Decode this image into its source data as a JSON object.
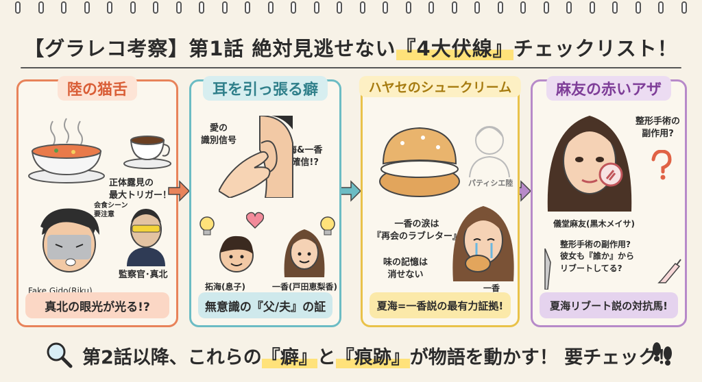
{
  "header": {
    "title_main": "【グラレコ考察】第1話 絶対見逃せない",
    "title_highlight": "『4大伏線』",
    "title_tail": "チェックリスト！"
  },
  "panels": [
    {
      "title": "陸の猫舌",
      "notes": {
        "trigger": "正体露見の\n最大トリガー！",
        "dinner": "会食シーン\n要注意",
        "riku": "Fake Gido(Riku)",
        "inspector": "監察官･真北"
      },
      "footer": "真北の眼光が光る!?"
    },
    {
      "title": "耳を引っ張る癖",
      "notes": {
        "signal": "愛の\n識別信号",
        "confirm": "拓海&一香\nが確信!?",
        "takumi": "拓海(息子)",
        "ichika": "一香(戸田恵梨香)"
      },
      "footer": "無意識の『父/夫』の証"
    },
    {
      "title": "ハヤセのシュークリーム",
      "notes": {
        "patissier": "パティシエ陸",
        "tears": "一香の涙は\n『再会のラブレター』",
        "memory": "味の記憶は\n消せない",
        "ichika": "一香"
      },
      "footer": "夏海=一香説の最有力証拠!"
    },
    {
      "title": "麻友の赤いアザ",
      "notes": {
        "side_effect_q": "整形手術の\n副作用?",
        "mayu": "儀堂麻友(黒木メイサ)",
        "question": "整形手術の副作用?\n彼女も『誰か』から\nリブートしてる?"
      },
      "footer": "夏海リブート説の対抗馬!"
    }
  ],
  "bottom": {
    "pre": "第2話以降、これらの",
    "hl1": "『癖』",
    "mid": "と",
    "hl2": "『痕跡』",
    "post": "が物語を動かす！ 要チェック！"
  },
  "colors": {
    "panel1": "#e8835a",
    "panel2": "#6cbcc4",
    "panel3": "#e9c24a",
    "panel4": "#b78ac9",
    "highlight": "#ffe27a"
  },
  "icons": [
    "magnifier-icon",
    "footprints-icon",
    "arrow-right-icon",
    "lightbulb-icon",
    "heart-icon",
    "question-mark-icon"
  ]
}
